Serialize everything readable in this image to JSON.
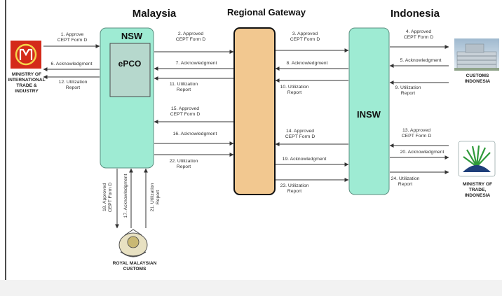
{
  "headers": {
    "malaysia": "Malaysia",
    "gateway": "Regional Gateway",
    "indonesia": "Indonesia"
  },
  "nodes": {
    "nsw": "NSW",
    "epco": "ePCO",
    "insw": "INSW"
  },
  "entities": {
    "miti": [
      "MINISTRY OF",
      "INTERNATIONAL",
      "TRADE &",
      "INDUSTRY"
    ],
    "customs_indonesia": [
      "CUSTOMS",
      "INDONESIA"
    ],
    "ministry_trade_indonesia": [
      "MINISTRY OF",
      "TRADE,",
      "INDONESIA"
    ],
    "royal_malaysian_customs": [
      "ROYAL MALAYSIAN",
      "CUSTOMS"
    ]
  },
  "flows": {
    "f1": [
      "1. Approve",
      "CEPT Form D"
    ],
    "f2": [
      "2. Approved",
      "CEPT Form D"
    ],
    "f3": [
      "3. Approved",
      "CEPT Form D"
    ],
    "f4": [
      "4. Approved",
      "CEPT Form D"
    ],
    "f5": [
      "5. Acknowledgment"
    ],
    "f6": [
      "6. Acknowledgment"
    ],
    "f7": [
      "7. Acknowledgment"
    ],
    "f8": [
      "8. Acknowledgment"
    ],
    "f9": [
      "9. Utilization",
      "Report"
    ],
    "f10": [
      "10. Utilization",
      "Report"
    ],
    "f11": [
      "11. Utilization",
      "Report"
    ],
    "f12": [
      "12. Utilization",
      "Report"
    ],
    "f13": [
      "13. Approved",
      "CEPT Form D"
    ],
    "f14": [
      "14. Approved",
      "CEPT Form D"
    ],
    "f15": [
      "15. Approved",
      "CEPT Form D"
    ],
    "f16": [
      "16. Acknowledgment"
    ],
    "f17": [
      "17. Acknowledgment"
    ],
    "f18": [
      "18. Approved",
      "CEPT Form D"
    ],
    "f19": [
      "19. Acknowledgment"
    ],
    "f20": [
      "20. Acknowledgment"
    ],
    "f21": [
      "21. Utilization",
      "Report"
    ],
    "f22": [
      "22. Utilization",
      "Report"
    ],
    "f23": [
      "23. Utilization",
      "Report"
    ],
    "f24": [
      "24. Utilization",
      "Report"
    ]
  },
  "colors": {
    "nsw": "#9eebd3",
    "insw": "#9eebd3",
    "epco": "#b6d8cd",
    "gateway": "#f2c890",
    "miti": "#d42a1a"
  }
}
